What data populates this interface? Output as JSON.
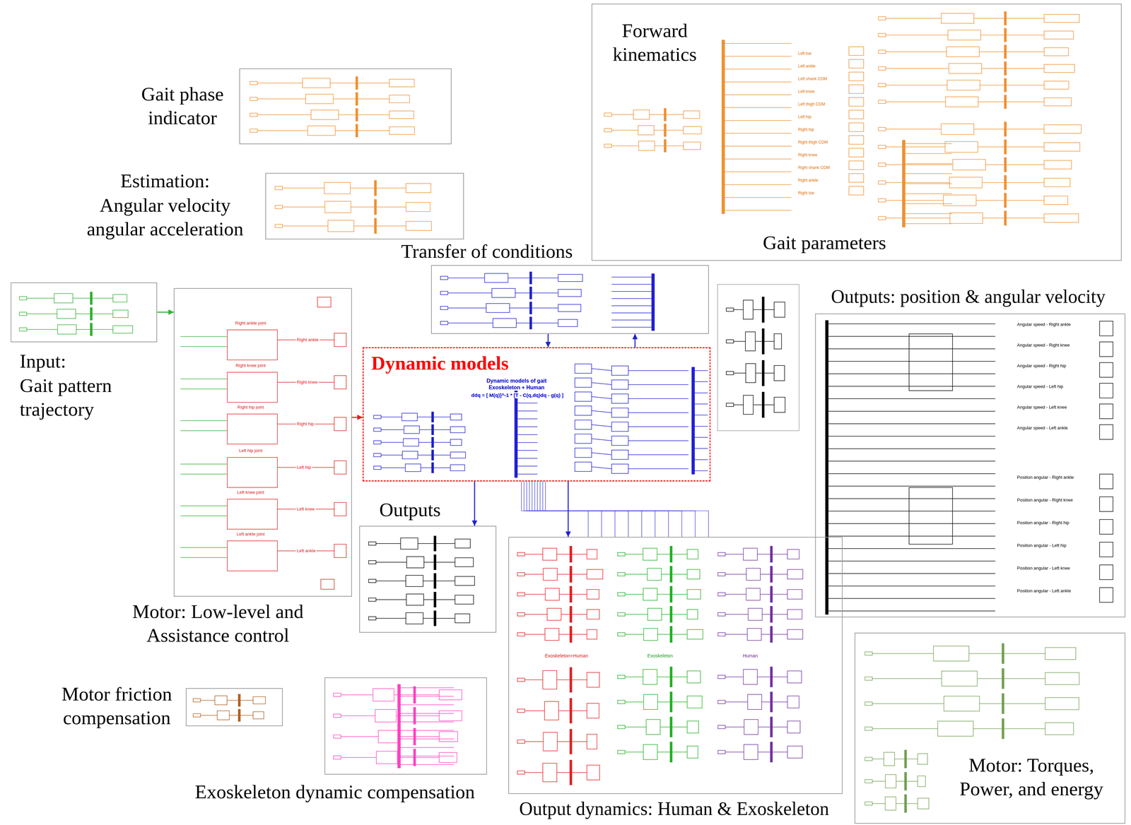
{
  "diagram": {
    "nodes": [
      {
        "text": [
          "Gait phase indicator"
        ]
      },
      {
        "text": [
          "Forward kinematics",
          "Gait parameters"
        ]
      },
      {
        "text": [
          "Estimation:",
          "Angular velocity angular acceleration"
        ]
      },
      {
        "text": [
          "Transfer of conditions"
        ]
      },
      {
        "text": [
          "Outputs: position & angular velocity"
        ]
      },
      {
        "text": [
          "Input:",
          "Gait pattern trajectory"
        ]
      },
      {
        "text": [
          "Dynamic models",
          "Dynamic models of gait Exoskeleton + Human",
          "ddq = [ M(q)]^-1 * [T - C(q,dq)dq - g(q) ]"
        ]
      },
      {
        "text": [
          "Motor: Low-level and Assistance control"
        ]
      },
      {
        "text": [
          "Outputs"
        ]
      },
      {
        "text": [
          "Motor friction compensation"
        ]
      },
      {
        "text": [
          "Exoskeleton dynamic compensation"
        ]
      },
      {
        "text": [
          "Output dynamics: Human & Exoskeleton"
        ]
      },
      {
        "text": [
          "Motor: Torques, Power, and energy"
        ]
      }
    ],
    "edges": [
      {
        "from": 5,
        "to": 7,
        "arrow": "to"
      },
      {
        "from": 7,
        "to": 6,
        "arrow": "to"
      },
      {
        "from": 3,
        "to": 6,
        "arrow": "to"
      },
      {
        "from": 6,
        "to": 3,
        "arrow": "to"
      },
      {
        "from": 6,
        "to": 11,
        "arrow": "to"
      },
      {
        "from": 6,
        "to": 8,
        "arrow": "to"
      }
    ],
    "labels": [
      "Right ankle joint",
      "Right knee joint",
      "Right hip joint",
      "Left hip joint",
      "Left knee joint",
      "Left ankle joint",
      "Right ankle",
      "Right knee",
      "Right hip",
      "Left hip",
      "Left knee",
      "Left ankle",
      "Exoskeleton+Human",
      "Exoskeleton",
      "Human",
      "Left toe",
      "Left ankle",
      "Left shank COM",
      "Left knee",
      "Left thigh COM",
      "Left hip",
      "Right hip",
      "Right thigh COM",
      "Right knee",
      "Right shank COM",
      "Right ankle",
      "Right toe",
      "Angular speed - Right ankle",
      "Angular speed - Right knee",
      "Angular speed - Right hip",
      "Angular speed - Left hip",
      "Angular speed - Left knee",
      "Angular speed - Left ankle",
      "Position angular - Right ankle",
      "Position angular - Right knee",
      "Position angular - Right hip",
      "Position angular - Left hip",
      "Position angular - Left knee",
      "Position angular - Left ankle"
    ]
  }
}
